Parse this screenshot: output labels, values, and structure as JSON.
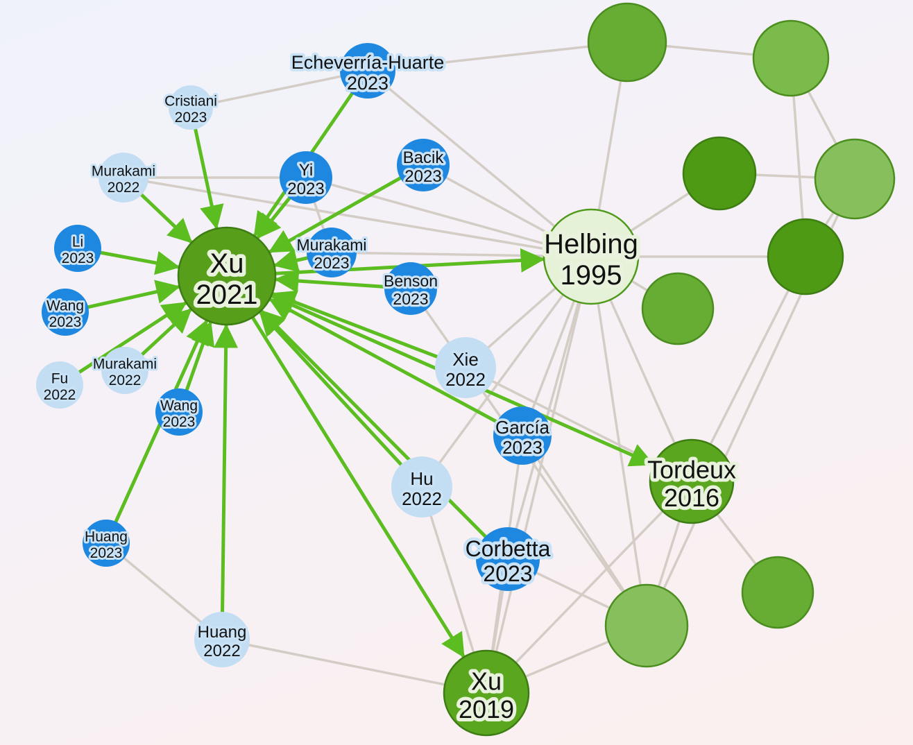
{
  "colors": {
    "edge_gray": "#d4cdc6",
    "edge_green": "#5cbd21",
    "citing_dark": "#1e88e0",
    "citing_light": "#c3ddf3",
    "cited_light": "#e6f2d8",
    "label_bg_blue": "#c9e2f6",
    "label_bg_green": "#e8f2dc"
  },
  "nodes": [
    {
      "id": "xu2021",
      "author": "Xu",
      "year": "2021",
      "kind": "focus"
    },
    {
      "id": "helbing1995",
      "author": "Helbing",
      "year": "1995",
      "kind": "cited-light"
    },
    {
      "id": "tordeux2016",
      "author": "Tordeux",
      "year": "2016",
      "kind": "cited"
    },
    {
      "id": "xu2019",
      "author": "Xu",
      "year": "2019",
      "kind": "cited"
    },
    {
      "id": "echeverria2023",
      "author": "Echeverría-Huarte",
      "year": "2023",
      "kind": "citing-dark"
    },
    {
      "id": "cristiani2023",
      "author": "Cristiani",
      "year": "2023",
      "kind": "citing-light"
    },
    {
      "id": "murakami2022a",
      "author": "Murakami",
      "year": "2022",
      "kind": "citing-light"
    },
    {
      "id": "yi2023",
      "author": "Yi",
      "year": "2023",
      "kind": "citing-dark"
    },
    {
      "id": "bacik2023",
      "author": "Bacik",
      "year": "2023",
      "kind": "citing-dark"
    },
    {
      "id": "li2023",
      "author": "Li",
      "year": "2023",
      "kind": "citing-dark"
    },
    {
      "id": "murakami2023",
      "author": "Murakami",
      "year": "2023",
      "kind": "citing-dark"
    },
    {
      "id": "benson2023",
      "author": "Benson",
      "year": "2023",
      "kind": "citing-dark"
    },
    {
      "id": "wang2023a",
      "author": "Wang",
      "year": "2023",
      "kind": "citing-dark"
    },
    {
      "id": "murakami2022b",
      "author": "Murakami",
      "year": "2022",
      "kind": "citing-light"
    },
    {
      "id": "fu2022",
      "author": "Fu",
      "year": "2022",
      "kind": "citing-light"
    },
    {
      "id": "wang2023b",
      "author": "Wang",
      "year": "2023",
      "kind": "citing-dark"
    },
    {
      "id": "xie2022",
      "author": "Xie",
      "year": "2022",
      "kind": "citing-light"
    },
    {
      "id": "garcia2023",
      "author": "García",
      "year": "2023",
      "kind": "citing-dark"
    },
    {
      "id": "hu2022",
      "author": "Hu",
      "year": "2022",
      "kind": "citing-light"
    },
    {
      "id": "corbetta2023",
      "author": "Corbetta",
      "year": "2023",
      "kind": "citing-dark"
    },
    {
      "id": "huang2023",
      "author": "Huang",
      "year": "2023",
      "kind": "citing-dark"
    },
    {
      "id": "huang2022",
      "author": "Huang",
      "year": "2022",
      "kind": "citing-light"
    },
    {
      "id": "g1",
      "author": "",
      "year": "",
      "kind": "green-mid"
    },
    {
      "id": "g2",
      "author": "",
      "year": "",
      "kind": "green-light"
    },
    {
      "id": "g3",
      "author": "",
      "year": "",
      "kind": "green-dark"
    },
    {
      "id": "g4",
      "author": "",
      "year": "",
      "kind": "green-lighter"
    },
    {
      "id": "g5",
      "author": "",
      "year": "",
      "kind": "green-dark"
    },
    {
      "id": "g6",
      "author": "",
      "year": "",
      "kind": "green-mid"
    },
    {
      "id": "g7",
      "author": "",
      "year": "",
      "kind": "green-mid"
    },
    {
      "id": "g8",
      "author": "",
      "year": "",
      "kind": "green-lighter"
    }
  ],
  "edges": [
    {
      "from": "cristiani2023",
      "to": "xu2021",
      "type": "citation"
    },
    {
      "from": "echeverria2023",
      "to": "xu2021",
      "type": "citation"
    },
    {
      "from": "murakami2022a",
      "to": "xu2021",
      "type": "citation"
    },
    {
      "from": "yi2023",
      "to": "xu2021",
      "type": "citation"
    },
    {
      "from": "bacik2023",
      "to": "xu2021",
      "type": "citation"
    },
    {
      "from": "li2023",
      "to": "xu2021",
      "type": "citation"
    },
    {
      "from": "murakami2023",
      "to": "xu2021",
      "type": "citation"
    },
    {
      "from": "benson2023",
      "to": "xu2021",
      "type": "citation"
    },
    {
      "from": "wang2023a",
      "to": "xu2021",
      "type": "citation"
    },
    {
      "from": "murakami2022b",
      "to": "xu2021",
      "type": "citation"
    },
    {
      "from": "fu2022",
      "to": "xu2021",
      "type": "citation"
    },
    {
      "from": "wang2023b",
      "to": "xu2021",
      "type": "citation"
    },
    {
      "from": "xie2022",
      "to": "xu2021",
      "type": "citation"
    },
    {
      "from": "garcia2023",
      "to": "xu2021",
      "type": "citation"
    },
    {
      "from": "hu2022",
      "to": "xu2021",
      "type": "citation"
    },
    {
      "from": "corbetta2023",
      "to": "xu2021",
      "type": "citation"
    },
    {
      "from": "huang2023",
      "to": "xu2021",
      "type": "citation"
    },
    {
      "from": "huang2022",
      "to": "xu2021",
      "type": "citation"
    },
    {
      "from": "xu2021",
      "to": "helbing1995",
      "type": "citation"
    },
    {
      "from": "xu2021",
      "to": "tordeux2016",
      "type": "citation"
    },
    {
      "from": "xu2021",
      "to": "xu2019",
      "type": "citation"
    },
    {
      "from": "echeverria2023",
      "to": "g1",
      "type": "related"
    },
    {
      "from": "g1",
      "to": "g2",
      "type": "related"
    },
    {
      "from": "g2",
      "to": "g4",
      "type": "related"
    },
    {
      "from": "g2",
      "to": "g5",
      "type": "related"
    },
    {
      "from": "g1",
      "to": "helbing1995",
      "type": "related"
    },
    {
      "from": "g3",
      "to": "g4",
      "type": "related"
    },
    {
      "from": "g3",
      "to": "helbing1995",
      "type": "related"
    },
    {
      "from": "g4",
      "to": "g5",
      "type": "related"
    },
    {
      "from": "g4",
      "to": "g8",
      "type": "related"
    },
    {
      "from": "g5",
      "to": "tordeux2016",
      "type": "related"
    },
    {
      "from": "helbing1995",
      "to": "g5",
      "type": "related"
    },
    {
      "from": "helbing1995",
      "to": "g6",
      "type": "related"
    },
    {
      "from": "helbing1995",
      "to": "tordeux2016",
      "type": "related"
    },
    {
      "from": "helbing1995",
      "to": "g8",
      "type": "related"
    },
    {
      "from": "helbing1995",
      "to": "xu2019",
      "type": "related"
    },
    {
      "from": "helbing1995",
      "to": "xie2022",
      "type": "related"
    },
    {
      "from": "helbing1995",
      "to": "hu2022",
      "type": "related"
    },
    {
      "from": "helbing1995",
      "to": "garcia2023",
      "type": "related"
    },
    {
      "from": "helbing1995",
      "to": "corbetta2023",
      "type": "related"
    },
    {
      "from": "murakami2022a",
      "to": "helbing1995",
      "type": "related"
    },
    {
      "from": "cristiani2023",
      "to": "echeverria2023",
      "type": "related"
    },
    {
      "from": "echeverria2023",
      "to": "helbing1995",
      "type": "related"
    },
    {
      "from": "bacik2023",
      "to": "helbing1995",
      "type": "related"
    },
    {
      "from": "yi2023",
      "to": "helbing1995",
      "type": "related"
    },
    {
      "from": "murakami2023",
      "to": "helbing1995",
      "type": "related"
    },
    {
      "from": "benson2023",
      "to": "g8",
      "type": "related"
    },
    {
      "from": "tordeux2016",
      "to": "g7",
      "type": "related"
    },
    {
      "from": "tordeux2016",
      "to": "g8",
      "type": "related"
    },
    {
      "from": "tordeux2016",
      "to": "xu2019",
      "type": "related"
    },
    {
      "from": "g8",
      "to": "xu2019",
      "type": "related"
    },
    {
      "from": "g8",
      "to": "garcia2023",
      "type": "related"
    },
    {
      "from": "g8",
      "to": "corbetta2023",
      "type": "related"
    },
    {
      "from": "hu2022",
      "to": "xu2019",
      "type": "related"
    },
    {
      "from": "garcia2023",
      "to": "xu2019",
      "type": "related"
    },
    {
      "from": "huang2023",
      "to": "huang2022",
      "type": "related"
    },
    {
      "from": "huang2022",
      "to": "xu2019",
      "type": "related"
    },
    {
      "from": "corbetta2023",
      "to": "xu2019",
      "type": "related"
    },
    {
      "from": "xie2022",
      "to": "tordeux2016",
      "type": "related"
    },
    {
      "from": "yi2023",
      "to": "murakami2023",
      "type": "related"
    },
    {
      "from": "murakami2022a",
      "to": "yi2023",
      "type": "related"
    }
  ]
}
